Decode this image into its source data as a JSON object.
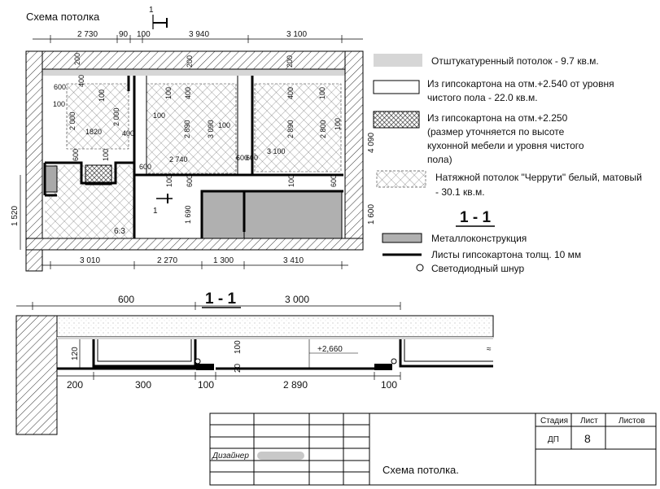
{
  "drawing_title": "Схема потолка",
  "section_mark": {
    "number": "1",
    "title": "1 - 1"
  },
  "legend": [
    {
      "swatch": "solid-light-gray",
      "text": [
        "Отштукатуренный потолок - 9.7 кв.м."
      ]
    },
    {
      "swatch": "white",
      "text": [
        "Из гипсокартона на отм.+2.540 от уровня",
        "чистого пола - 22.0 кв.м."
      ]
    },
    {
      "swatch": "dense-crosshatch",
      "text": [
        "Из гипсокартона на отм.+2.250",
        "(размер уточняется по высоте",
        "кухонной мебели и уровня чистого",
        "пола)"
      ]
    },
    {
      "swatch": "light-crosshatch",
      "text": [
        "Натяжной потолок \"Черрути\" белый, матовый",
        "- 30.1 кв.м."
      ]
    },
    {
      "swatch": "solid-gray",
      "text": [
        "Металлоконструкция"
      ]
    },
    {
      "swatch": "thick-line",
      "text": [
        "Листы гипсокартона толщ. 10 мм"
      ]
    },
    {
      "swatch": "circle",
      "text": [
        "Светодиодный шнур"
      ]
    }
  ],
  "plan_dims": {
    "top": [
      "2 730",
      "90",
      "100",
      "3 940",
      "3 100"
    ],
    "bottom": [
      "3 010",
      "2 270",
      "1 300",
      "3 410"
    ],
    "left": "1 520",
    "right": [
      "4 090",
      "1 600"
    ],
    "room1": [
      "600",
      "100",
      "400",
      "2 000",
      "100",
      "2 000",
      "1820",
      "400",
      "600",
      "100",
      "200"
    ],
    "room2": [
      "200",
      "400",
      "100",
      "100",
      "2 890",
      "3 090",
      "100",
      "2 740",
      "600",
      "600",
      "100",
      "600",
      "1 690"
    ],
    "room3": [
      "200",
      "400",
      "100",
      "2 890",
      "2 800",
      "100",
      "3 100",
      "100",
      "600",
      "600"
    ],
    "area_label": "6.3"
  },
  "section_dims": {
    "top": [
      "600",
      "3 000"
    ],
    "bottom": [
      "200",
      "300",
      "100",
      "2 890",
      "100"
    ],
    "left": "120",
    "vertical": [
      "100",
      "20"
    ],
    "level": "+2,660"
  },
  "title_block": {
    "headers": [
      "Стадия",
      "Лист",
      "Листов"
    ],
    "stage": "ДП",
    "sheet": "8",
    "designer_label": "Дизайнер",
    "title": "Схема потолка."
  }
}
